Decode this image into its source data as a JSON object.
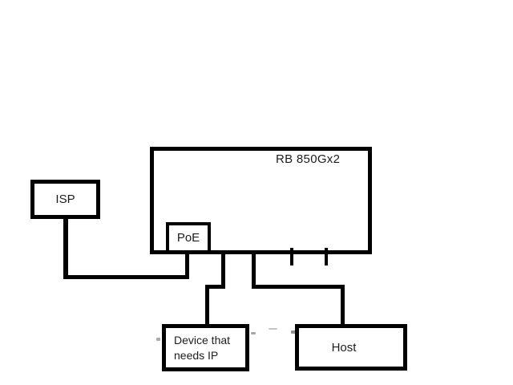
{
  "diagram": {
    "title": "MikroTik RB 850Gx2 network connection diagram",
    "background_color": "#ffffff",
    "line_color": "#000000",
    "nodes": {
      "router": {
        "label": "RB 850Gx2"
      },
      "isp": {
        "label": "ISP"
      },
      "poe": {
        "label": "PoE"
      },
      "device": {
        "label": "Device that needs IP",
        "label_line1": "Device that",
        "label_line2": "needs IP"
      },
      "host": {
        "label": "Host"
      }
    },
    "connections": [
      {
        "from": "ISP",
        "to": "PoE",
        "style": "right-angle elbow"
      },
      {
        "from": "RB 850Gx2",
        "to": "Device that needs IP",
        "style": "right-angle elbow"
      },
      {
        "from": "RB 850Gx2",
        "to": "Host",
        "style": "right-angle elbow"
      }
    ],
    "unused_port_stubs": 2
  }
}
